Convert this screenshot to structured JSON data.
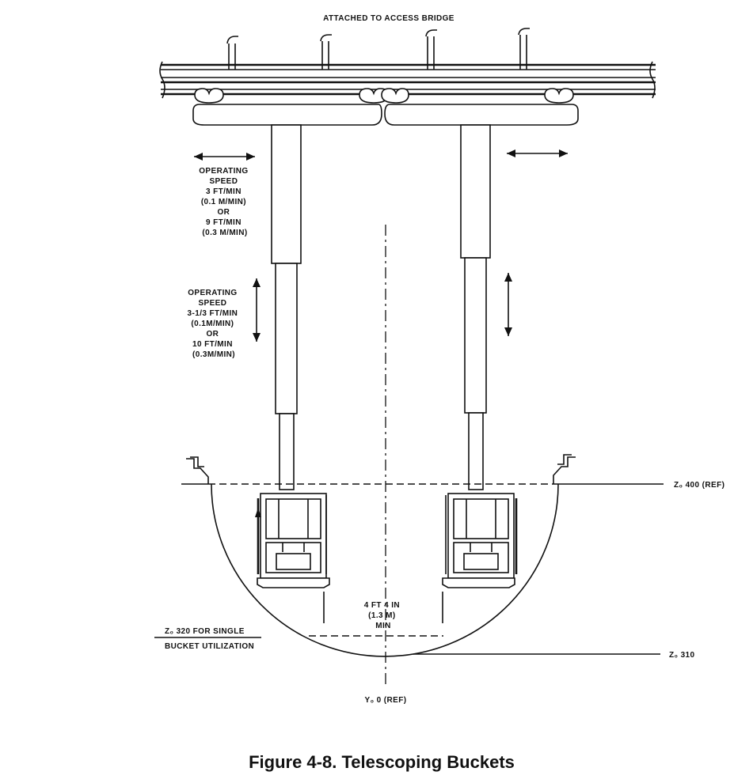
{
  "figure": {
    "top_label": "ATTACHED TO ACCESS BRIDGE",
    "horizontal_speed": [
      "OPERATING",
      "SPEED",
      "3 FT/MIN",
      "(0.1 M/MIN)",
      "OR",
      "9 FT/MIN",
      "(0.3 M/MIN)"
    ],
    "vertical_speed": [
      "OPERATING",
      "SPEED",
      "3-1/3 FT/MIN",
      "(0.1M/MIN)",
      "OR",
      "10 FT/MIN",
      "(0.3M/MIN)"
    ],
    "zo400": "Z₀ 400 (REF)",
    "zo320": [
      "Z₀ 320 FOR SINGLE",
      "BUCKET UTILIZATION"
    ],
    "clearance": [
      "4 FT 4 IN",
      "(1.3 M)",
      "MIN"
    ],
    "zo310": "Z₀ 310",
    "yo0": "Y₀ 0 (REF)"
  },
  "caption": "Figure 4-8.  Telescoping Buckets"
}
